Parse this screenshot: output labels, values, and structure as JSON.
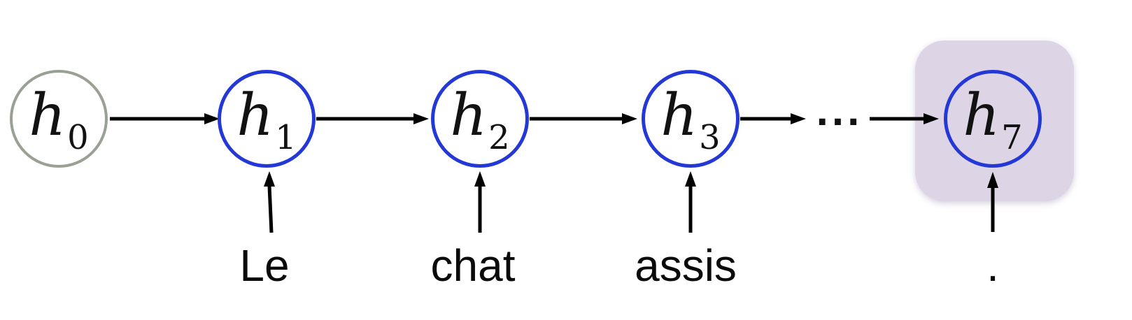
{
  "diagram": {
    "type": "unrolled-recurrent-network",
    "ellipsis": "...",
    "nodes": [
      {
        "id": "h0",
        "base": "h",
        "sub": "0",
        "border_color": "#9aa094",
        "highlighted": false
      },
      {
        "id": "h1",
        "base": "h",
        "sub": "1",
        "border_color": "#2438d6",
        "highlighted": false
      },
      {
        "id": "h2",
        "base": "h",
        "sub": "2",
        "border_color": "#2438d6",
        "highlighted": false
      },
      {
        "id": "h3",
        "base": "h",
        "sub": "3",
        "border_color": "#2438d6",
        "highlighted": false
      },
      {
        "id": "h7",
        "base": "h",
        "sub": "7",
        "border_color": "#2438d6",
        "highlighted": true
      }
    ],
    "input_words": [
      {
        "text": "Le",
        "feeds": "h1"
      },
      {
        "text": "chat",
        "feeds": "h2"
      },
      {
        "text": "assis",
        "feeds": "h3"
      },
      {
        "text": ".",
        "feeds": "h7"
      }
    ],
    "colors": {
      "node_border_blue": "#2438d6",
      "node_border_gray": "#9aa094",
      "highlight_fill": "#ddd4e5",
      "arrow": "#000000",
      "background": "#ffffff"
    }
  }
}
